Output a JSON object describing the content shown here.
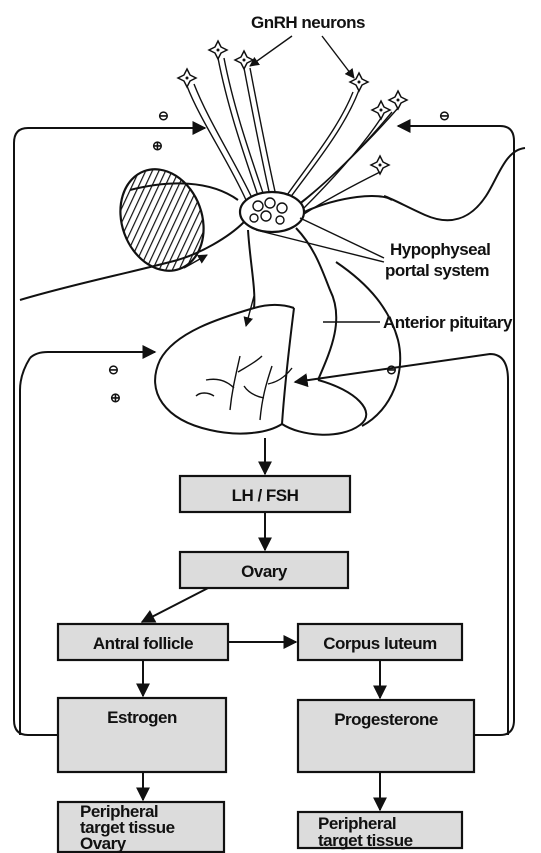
{
  "labels": {
    "gnrh_neurons": "GnRH neurons",
    "hypophyseal_line1": "Hypophyseal",
    "hypophyseal_line2": "portal system",
    "anterior_pituitary": "Anterior pituitary"
  },
  "feedback": {
    "minus": "⊖",
    "plus": "⊕"
  },
  "boxes": {
    "lh_fsh": "LH / FSH",
    "ovary": "Ovary",
    "antral_follicle": "Antral follicle",
    "corpus_luteum": "Corpus luteum",
    "estrogen": "Estrogen",
    "progesterone": "Progesterone",
    "target_left_line1": "Peripheral",
    "target_left_line2": "target tissue",
    "target_left_line3": "Ovary",
    "target_right_line1": "Peripheral",
    "target_right_line2": "target tissue"
  }
}
